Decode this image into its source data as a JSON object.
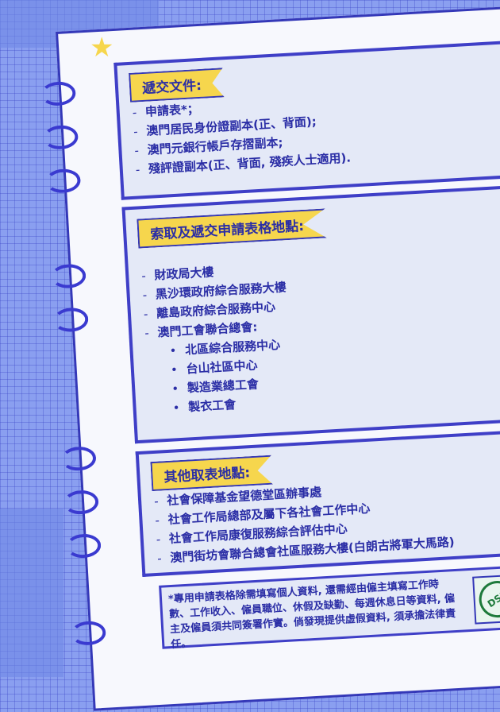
{
  "section1": {
    "title": "遞交文件:",
    "items": [
      "申請表*；",
      "澳門居民身份證副本(正、背面);",
      "澳門元銀行帳戶存摺副本;",
      "殘評證副本(正、背面, 殘疾人士適用)."
    ]
  },
  "section2": {
    "title": "索取及遞交申請表格地點:",
    "items": [
      "財政局大樓",
      "黑沙環政府綜合服務大樓",
      "離島政府綜合服務中心",
      "澳門工會聯合總會:"
    ],
    "subitems": [
      "北區綜合服務中心",
      "台山社區中心",
      "製造業總工會",
      "製衣工會"
    ]
  },
  "section3": {
    "title": "其他取表地點:",
    "items": [
      "社會保障基金望德堂區辦事處",
      "社會工作局總部及屬下各社會工作中心",
      "社會工作局康復服務綜合評估中心",
      "澳門街坊會聯合總會社區服務大樓(白朗古將軍大馬路)"
    ]
  },
  "note": {
    "text": "*專用申請表格除需填寫個人資料, 還需經由僱主填寫工作時數、工作收入、僱員職位、休假及缺勤、每週休息日等資料, 僱主及僱員須共同簽署作實。倘發現提供虛假資料, 須承擔法律責任。",
    "logo": "DSF"
  }
}
